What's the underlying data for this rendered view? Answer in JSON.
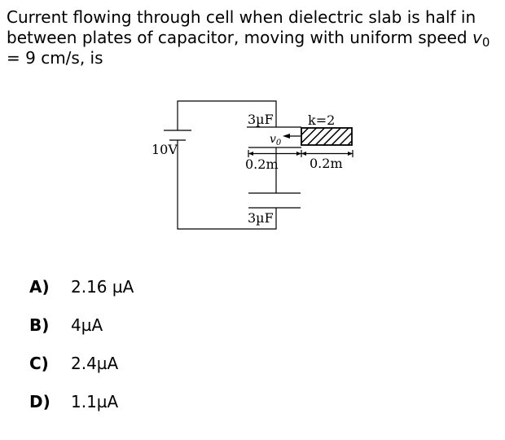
{
  "question": {
    "before": "Current flowing through cell when dielectric slab is half in between plates of capacitor, moving with uniform speed ",
    "var": "v",
    "sub": "0",
    "after": " = 9 cm/s, is"
  },
  "diagram": {
    "battery_label": "10V",
    "cap_top_label": "3µF",
    "cap_bottom_label": "3µF",
    "slab_label": "k=2",
    "velocity_label": "v",
    "velocity_sub": "0",
    "length_left": "0.2m",
    "length_right": "0.2m"
  },
  "options": [
    {
      "letter": "A)",
      "value": "2.16 µA"
    },
    {
      "letter": "B)",
      "value": "4µA"
    },
    {
      "letter": "C)",
      "value": "2.4µA"
    },
    {
      "letter": "D)",
      "value": "1.1µA"
    }
  ]
}
